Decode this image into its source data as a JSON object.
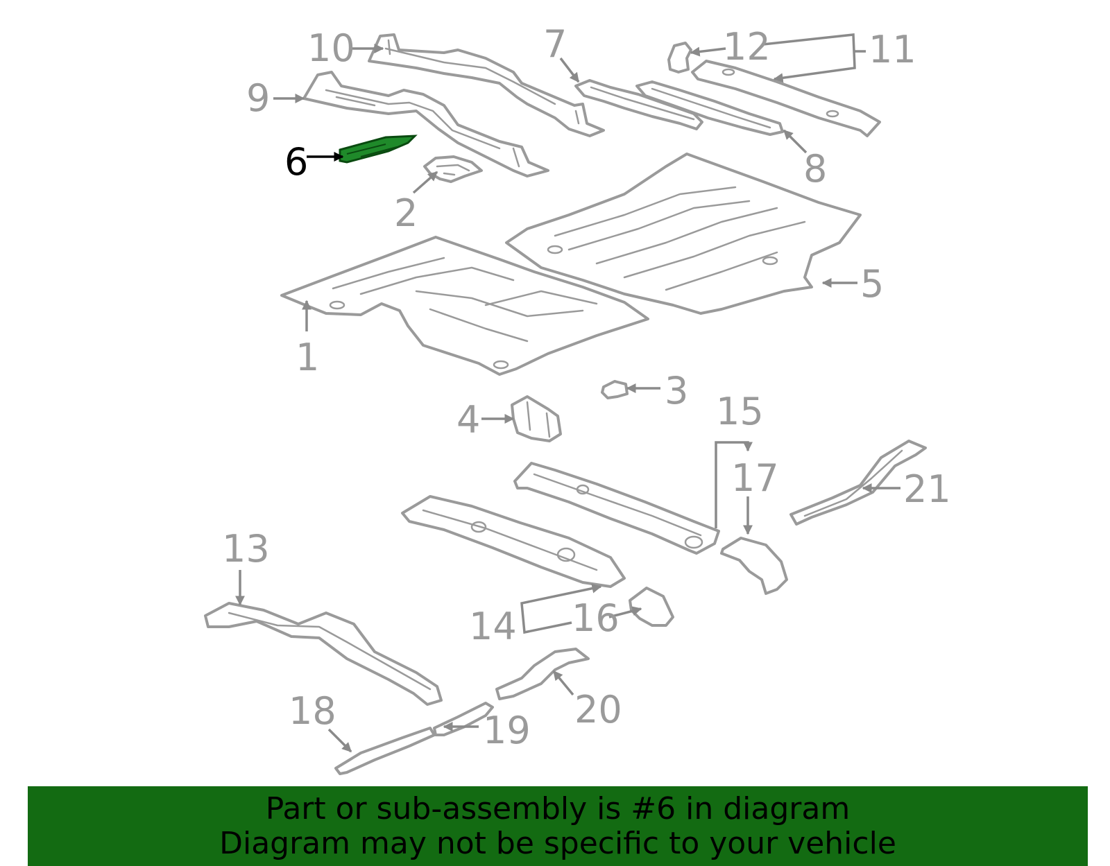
{
  "diagram": {
    "highlighted_part": "6",
    "highlight_color": "#1f8a2a",
    "callout_labels": {
      "p1": "1",
      "p2": "2",
      "p3": "3",
      "p4": "4",
      "p5": "5",
      "p6": "6",
      "p7": "7",
      "p8": "8",
      "p9": "9",
      "p10": "10",
      "p11": "11",
      "p12": "12",
      "p13": "13",
      "p14": "14",
      "p15": "15",
      "p16": "16",
      "p17": "17",
      "p18": "18",
      "p19": "19",
      "p20": "20",
      "p21": "21"
    }
  },
  "banner": {
    "line1": "Part or sub-assembly is #6 in diagram",
    "line2": "Diagram may not be specific to your vehicle",
    "background_color": "#136b12"
  }
}
